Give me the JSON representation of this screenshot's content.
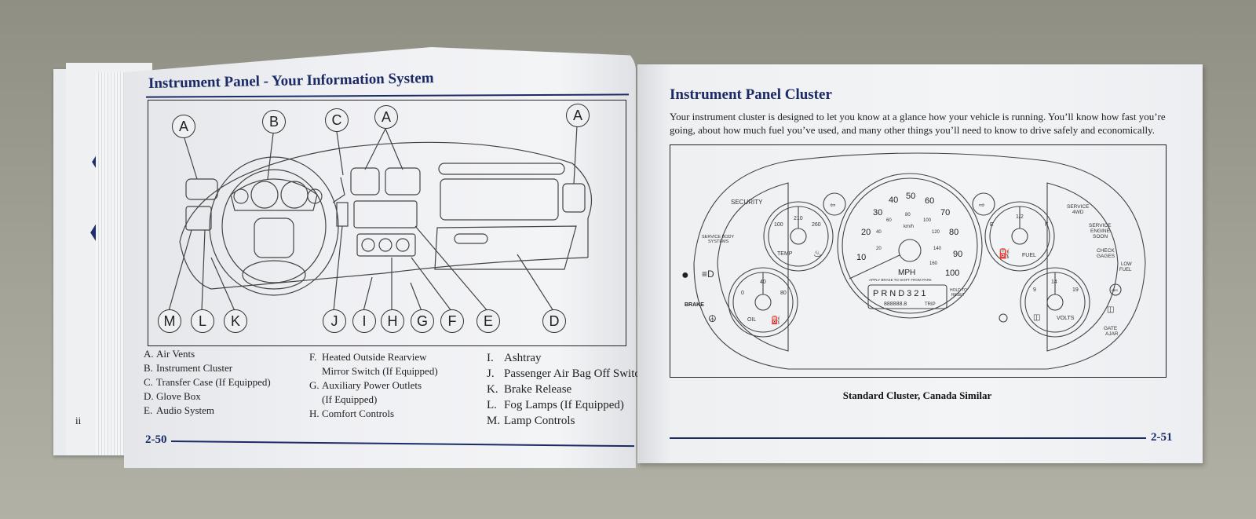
{
  "colors": {
    "heading_navy": "#1c2a66",
    "text": "#222222",
    "paper": "#eff0f3",
    "background": "#9c9c91"
  },
  "back_page": {
    "page_number": "ii"
  },
  "left_page": {
    "title": "Instrument Panel - Your Information System",
    "callouts_top": [
      "A",
      "B",
      "C",
      "A",
      "A"
    ],
    "callouts_bottom": [
      "M",
      "L",
      "K",
      "J",
      "I",
      "H",
      "G",
      "F",
      "E",
      "D"
    ],
    "legend": [
      [
        {
          "letter": "A.",
          "text": "Air Vents"
        },
        {
          "letter": "B.",
          "text": "Instrument Cluster"
        },
        {
          "letter": "C.",
          "text": "Transfer Case (If Equipped)"
        },
        {
          "letter": "D.",
          "text": "Glove Box"
        },
        {
          "letter": "E.",
          "text": "Audio System"
        }
      ],
      [
        {
          "letter": "F.",
          "text": "Heated Outside Rearview",
          "text2": "Mirror Switch (If Equipped)"
        },
        {
          "letter": "G.",
          "text": "Auxiliary Power Outlets",
          "text2": "(If Equipped)"
        },
        {
          "letter": "H.",
          "text": "Comfort Controls"
        }
      ],
      [
        {
          "letter": "I.",
          "text": "Ashtray"
        },
        {
          "letter": "J.",
          "text": "Passenger Air Bag Off Switch"
        },
        {
          "letter": "K.",
          "text": "Brake Release"
        },
        {
          "letter": "L.",
          "text": "Fog Lamps (If Equipped)"
        },
        {
          "letter": "M.",
          "text": "Lamp Controls"
        }
      ]
    ],
    "page_number": "2-50"
  },
  "right_page": {
    "title": "Instrument Panel Cluster",
    "intro": "Your instrument cluster is designed to let you know at a glance how your vehicle is running. You’ll know how fast you’re going, about how much fuel you’ve used, and many other things you’ll need to know to drive safely and economically.",
    "cluster": {
      "left_labels": {
        "security": "SECURITY",
        "service_body_1": "SERVICE BODY",
        "service_body_2": "SYSTEMS",
        "brake": "BRAKE"
      },
      "right_labels": {
        "service_4wd_1": "SERVICE",
        "service_4wd_2": "4WD",
        "ses_1": "SERVICE",
        "ses_2": "ENGINE",
        "ses_3": "SOON",
        "check_1": "CHECK",
        "check_2": "GAGES",
        "low_1": "LOW",
        "low_2": "FUEL",
        "gate_1": "GATE",
        "gate_2": "AJAR",
        "abs": "ABS"
      },
      "temp": {
        "label": "TEMP",
        "min": "100",
        "mid": "210",
        "max": "260"
      },
      "oil": {
        "label": "OIL",
        "min": "0",
        "mid": "40",
        "max": "80"
      },
      "fuel": {
        "label": "FUEL",
        "min": "E",
        "mid": "1/2",
        "max": "F"
      },
      "volts": {
        "label": "VOLTS",
        "min": "9",
        "mid": "14",
        "max": "19"
      },
      "speedometer": {
        "unit": "MPH",
        "sub_unit": "km/h",
        "mph_ticks": [
          "10",
          "20",
          "30",
          "40",
          "50",
          "60",
          "70",
          "80",
          "90",
          "100"
        ],
        "kmh_ticks": [
          "20",
          "40",
          "60",
          "80",
          "100",
          "120",
          "140",
          "160"
        ],
        "note": "APPLY BRAKE TO SHIFT FROM PARK",
        "prndl": [
          "P",
          "R",
          "N",
          "D",
          "3",
          "2",
          "1"
        ],
        "odometer": "888888.8",
        "trip": "TRIP",
        "hold_1": "HOLD TO",
        "hold_2": "RESET"
      }
    },
    "caption": "Standard Cluster, Canada Similar",
    "page_number": "2-51"
  }
}
